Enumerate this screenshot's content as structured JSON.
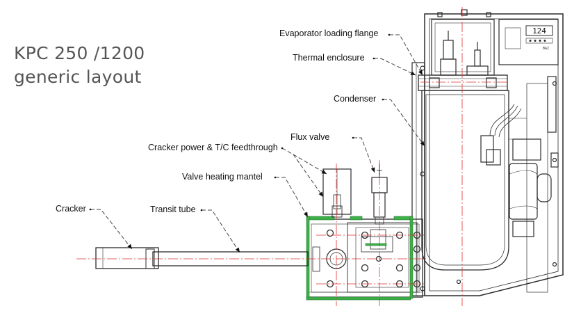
{
  "title": {
    "line1": "KPC 250 /1200",
    "line2": "generic layout"
  },
  "labels": {
    "evaporator_flange": "Evaporator loading flange",
    "thermal_enclosure": "Thermal enclosure",
    "condenser": "Condenser",
    "flux_valve": "Flux valve",
    "cracker_feedthrough": "Cracker power & T/C feedthrough",
    "valve_heating_mantel": "Valve heating mantel",
    "cracker": "Cracker",
    "transit_tube": "Transit tube"
  },
  "controller": {
    "display": "124",
    "brand": "BAZ"
  },
  "colors": {
    "line": "#2b2b2b",
    "leader": "#444444",
    "centerline": "#e03030",
    "mantel": "#3db04a",
    "title": "#555555"
  }
}
